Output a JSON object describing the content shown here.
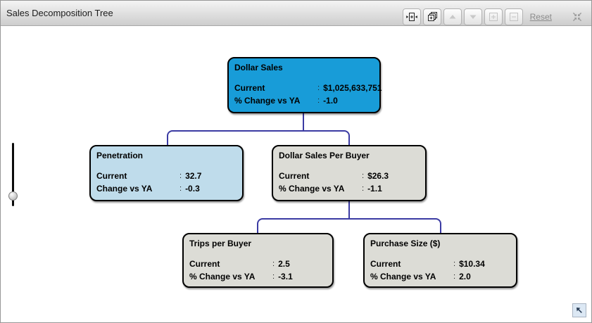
{
  "header": {
    "title": "Sales Decomposition Tree",
    "toolbar": {
      "buttons": [
        {
          "icon": "expand-width-icon",
          "enabled": true
        },
        {
          "icon": "expand-all-levels-icon",
          "enabled": true
        },
        {
          "icon": "collapse-up-icon",
          "enabled": false
        },
        {
          "icon": "expand-down-icon",
          "enabled": false
        },
        {
          "icon": "zoom-in-icon",
          "enabled": false
        },
        {
          "icon": "zoom-out-icon",
          "enabled": false
        }
      ],
      "reset_label": "Reset",
      "corner_icon": "collapse-arrows-icon"
    }
  },
  "tree": {
    "separator": ":",
    "connector_color": "#3B3BA3",
    "nodes": [
      {
        "title": "Dollar Sales",
        "fill": "#189CD8",
        "rows": [
          {
            "label": "Current",
            "value": "$1,025,633,751"
          },
          {
            "label": "% Change vs YA",
            "value": "-1.0"
          }
        ]
      },
      {
        "title": "Penetration",
        "fill": "#BFDCEB",
        "rows": [
          {
            "label": "Current",
            "value": "32.7"
          },
          {
            "label": "Change vs YA",
            "value": "-0.3"
          }
        ]
      },
      {
        "title": "Dollar Sales Per Buyer",
        "fill": "#DCDCD6",
        "rows": [
          {
            "label": "Current",
            "value": "$26.3"
          },
          {
            "label": "% Change vs YA",
            "value": "-1.1"
          }
        ]
      },
      {
        "title": "Trips per Buyer",
        "fill": "#DCDCD6",
        "rows": [
          {
            "label": "Current",
            "value": "2.5"
          },
          {
            "label": "% Change vs YA",
            "value": "-3.1"
          }
        ]
      },
      {
        "title": "Purchase Size ($)",
        "fill": "#DCDCD6",
        "rows": [
          {
            "label": "Current",
            "value": "$10.34"
          },
          {
            "label": "% Change vs YA",
            "value": "2.0"
          }
        ]
      }
    ]
  },
  "controls": {
    "zoom_slider_orientation": "vertical",
    "corner_button_icon": "nw-arrow-icon"
  }
}
